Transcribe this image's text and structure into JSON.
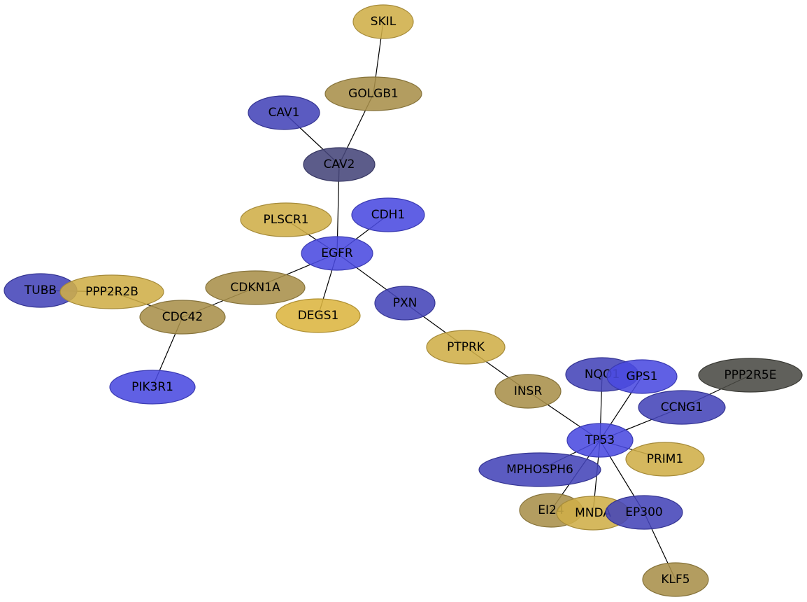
{
  "colors": {
    "blue": "#4f4fcf",
    "blue_bright": "#4a4ae0",
    "blue_deep": "#4444b8",
    "slate": "#45457a",
    "gold": "#cfae48",
    "gold_light": "#dcb540",
    "olive": "#a8904a",
    "dark_gray": "#4a4a44"
  },
  "nodes": [
    {
      "id": "SKIL",
      "label": "SKIL",
      "color": "gold"
    },
    {
      "id": "GOLGB1",
      "label": "GOLGB1",
      "color": "olive"
    },
    {
      "id": "CAV1",
      "label": "CAV1",
      "color": "blue_deep"
    },
    {
      "id": "CAV2",
      "label": "CAV2",
      "color": "slate"
    },
    {
      "id": "PLSCR1",
      "label": "PLSCR1",
      "color": "gold"
    },
    {
      "id": "CDH1",
      "label": "CDH1",
      "color": "blue_bright"
    },
    {
      "id": "EGFR",
      "label": "EGFR",
      "color": "blue_bright"
    },
    {
      "id": "CDKN1A",
      "label": "CDKN1A",
      "color": "olive"
    },
    {
      "id": "TUBB",
      "label": "TUBB",
      "color": "blue_deep"
    },
    {
      "id": "PPP2R2B",
      "label": "PPP2R2B",
      "color": "gold"
    },
    {
      "id": "DEGS1",
      "label": "DEGS1",
      "color": "gold_light"
    },
    {
      "id": "PXN",
      "label": "PXN",
      "color": "blue_deep"
    },
    {
      "id": "CDC42",
      "label": "CDC42",
      "color": "olive"
    },
    {
      "id": "PTPRK",
      "label": "PTPRK",
      "color": "gold"
    },
    {
      "id": "PIK3R1",
      "label": "PIK3R1",
      "color": "blue_bright"
    },
    {
      "id": "NQO1",
      "label": "NQO1",
      "color": "blue_deep"
    },
    {
      "id": "GPS1",
      "label": "GPS1",
      "color": "blue_bright"
    },
    {
      "id": "PPP2R5E",
      "label": "PPP2R5E",
      "color": "dark_gray"
    },
    {
      "id": "INSR",
      "label": "INSR",
      "color": "olive"
    },
    {
      "id": "CCNG1",
      "label": "CCNG1",
      "color": "blue_deep"
    },
    {
      "id": "TP53",
      "label": "TP53",
      "color": "blue_bright"
    },
    {
      "id": "PRIM1",
      "label": "PRIM1",
      "color": "gold"
    },
    {
      "id": "MPHOSPH6",
      "label": "MPHOSPH6",
      "color": "blue_deep"
    },
    {
      "id": "EI24",
      "label": "EI24",
      "color": "olive"
    },
    {
      "id": "MNDA",
      "label": "MNDA",
      "color": "gold"
    },
    {
      "id": "EP300",
      "label": "EP300",
      "color": "blue_deep"
    },
    {
      "id": "KLF5",
      "label": "KLF5",
      "color": "olive"
    }
  ],
  "edges": [
    [
      "SKIL",
      "GOLGB1"
    ],
    [
      "GOLGB1",
      "CAV2"
    ],
    [
      "CAV1",
      "CAV2"
    ],
    [
      "CAV2",
      "EGFR"
    ],
    [
      "PLSCR1",
      "EGFR"
    ],
    [
      "CDH1",
      "EGFR"
    ],
    [
      "EGFR",
      "CDKN1A"
    ],
    [
      "EGFR",
      "DEGS1"
    ],
    [
      "EGFR",
      "PXN"
    ],
    [
      "CDKN1A",
      "CDC42"
    ],
    [
      "PPP2R2B",
      "CDC42"
    ],
    [
      "TUBB",
      "PPP2R2B"
    ],
    [
      "CDC42",
      "PIK3R1"
    ],
    [
      "PXN",
      "PTPRK"
    ],
    [
      "PTPRK",
      "INSR"
    ],
    [
      "INSR",
      "TP53"
    ],
    [
      "NQO1",
      "TP53"
    ],
    [
      "GPS1",
      "TP53"
    ],
    [
      "CCNG1",
      "TP53"
    ],
    [
      "PPP2R5E",
      "CCNG1"
    ],
    [
      "TP53",
      "PRIM1"
    ],
    [
      "TP53",
      "MPHOSPH6"
    ],
    [
      "TP53",
      "EI24"
    ],
    [
      "TP53",
      "MNDA"
    ],
    [
      "TP53",
      "EP300"
    ],
    [
      "EP300",
      "KLF5"
    ]
  ]
}
